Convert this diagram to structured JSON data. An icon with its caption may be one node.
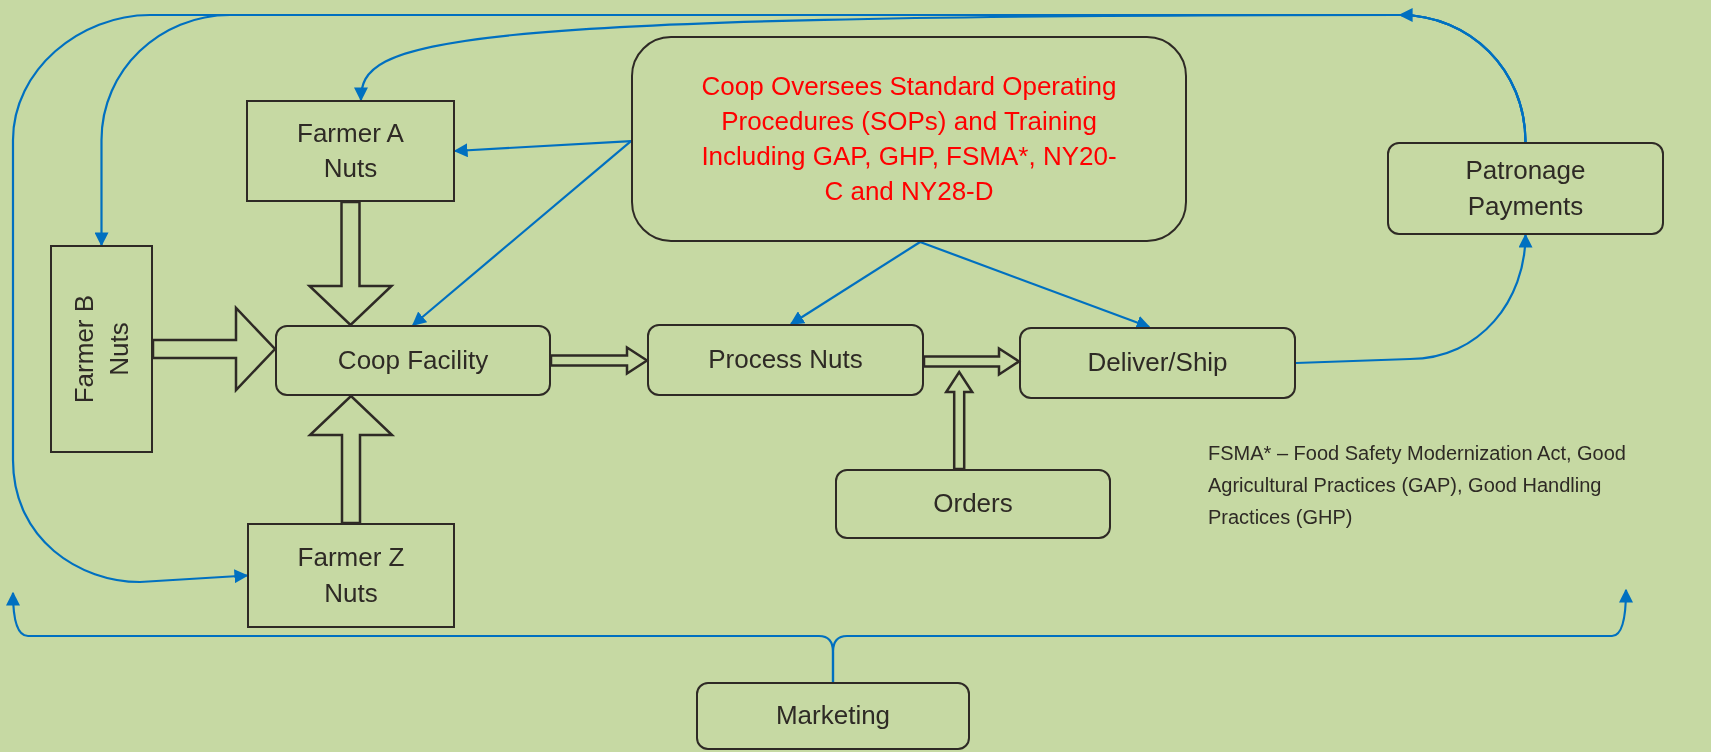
{
  "diagram": {
    "nodes": [
      {
        "text": [
          "Farmer A Nuts"
        ]
      },
      {
        "text": [
          "Farmer B Nuts"
        ]
      },
      {
        "text": [
          "Farmer Z Nuts"
        ]
      },
      {
        "text": [
          "Coop Facility"
        ]
      },
      {
        "text": [
          "Coop Oversees Standard Operating Procedures (SOPs) and Training Including GAP, GHP, FSMA*, NY20-C and NY28-D"
        ]
      },
      {
        "text": [
          "Process Nuts"
        ]
      },
      {
        "text": [
          "Deliver/Ship"
        ]
      },
      {
        "text": [
          "Patronage Payments"
        ]
      },
      {
        "text": [
          "Orders"
        ]
      },
      {
        "text": [
          "Marketing"
        ]
      }
    ],
    "edges": [
      {
        "from": 0,
        "to": 3,
        "arrow": "to",
        "style": "thick",
        "color": "#2e2a25"
      },
      {
        "from": 1,
        "to": 3,
        "arrow": "to",
        "style": "thick",
        "color": "#2e2a25"
      },
      {
        "from": 2,
        "to": 3,
        "arrow": "to",
        "style": "thick",
        "color": "#2e2a25"
      },
      {
        "from": 3,
        "to": 5,
        "arrow": "to",
        "style": "thick",
        "color": "#2e2a25"
      },
      {
        "from": 5,
        "to": 6,
        "arrow": "to",
        "style": "thick",
        "color": "#2e2a25"
      },
      {
        "from": 8,
        "to": null,
        "arrow": "to",
        "style": "thick",
        "color": "#2e2a25"
      },
      {
        "from": 4,
        "to": 0,
        "arrow": "to"
      },
      {
        "from": 4,
        "to": 3,
        "arrow": "to"
      },
      {
        "from": 4,
        "to": 5,
        "arrow": "to"
      },
      {
        "from": 4,
        "to": 6,
        "arrow": "to"
      },
      {
        "from": 6,
        "to": 7,
        "arrow": "to"
      },
      {
        "from": 7,
        "to": 0,
        "arrow": "to"
      },
      {
        "from": 7,
        "to": 1,
        "arrow": "to"
      },
      {
        "from": 7,
        "to": 2,
        "arrow": "to"
      },
      {
        "from": 9,
        "to": null,
        "arrow": "to"
      },
      {
        "from": 9,
        "to": null,
        "arrow": "to"
      }
    ],
    "labels": [
      "FSMA* – Food Safety Modernization Act, Good Agricultural Practices (GAP), Good Handling Practices (GHP)"
    ]
  }
}
